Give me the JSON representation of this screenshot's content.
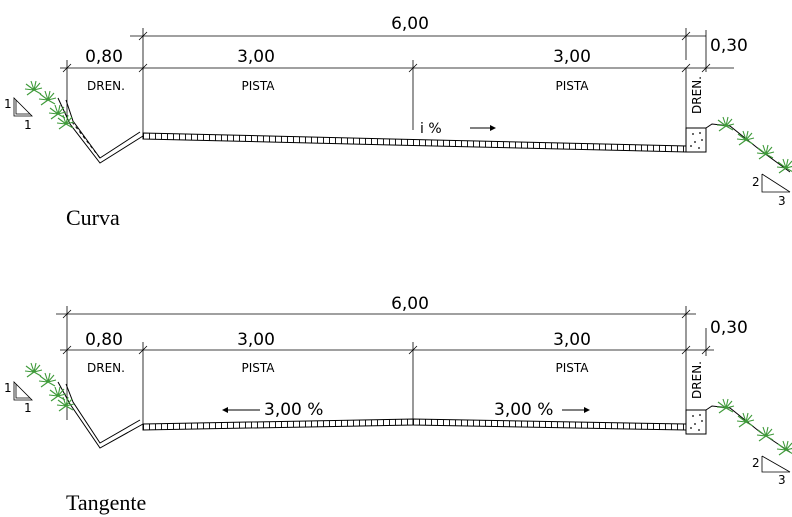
{
  "sections": [
    {
      "title": "Curva",
      "dimensions": {
        "total": "6,00",
        "drain_left": "0,80",
        "lane_left": "3,00",
        "lane_right": "3,00",
        "drain_right": "0,30"
      },
      "labels": {
        "drain_left": "DREN.",
        "lane_left": "PISTA",
        "lane_right": "PISTA",
        "drain_right": "DREN."
      },
      "slope_labels": [
        "i %"
      ],
      "slope_ratios": {
        "left": {
          "v": "1",
          "h": "1"
        },
        "right": {
          "v": "2",
          "h": "3"
        }
      }
    },
    {
      "title": "Tangente",
      "dimensions": {
        "total": "6,00",
        "drain_left": "0,80",
        "lane_left": "3,00",
        "lane_right": "3,00",
        "drain_right": "0,30"
      },
      "labels": {
        "drain_left": "DREN.",
        "lane_left": "PISTA",
        "lane_right": "PISTA",
        "drain_right": "DREN."
      },
      "slope_labels": [
        "3,00 %",
        "3,00 %"
      ],
      "slope_ratios": {
        "left": {
          "v": "1",
          "h": "1"
        },
        "right": {
          "v": "2",
          "h": "3"
        }
      }
    }
  ]
}
